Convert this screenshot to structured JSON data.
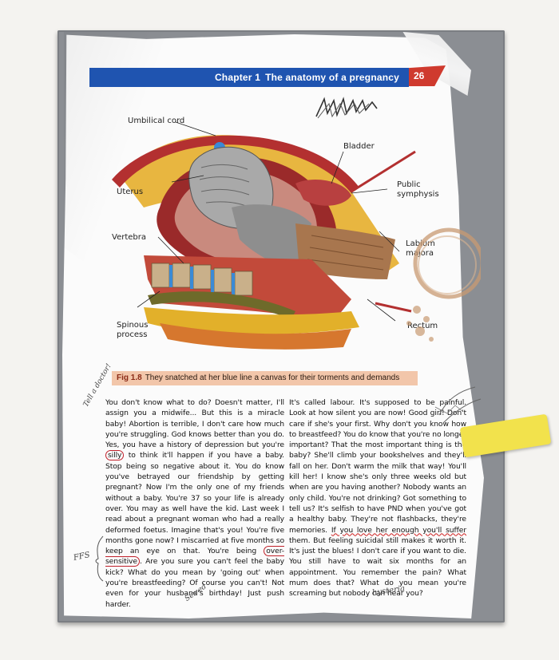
{
  "header": {
    "chapter": "Chapter 1",
    "title": "The anatomy of a pregnancy",
    "page": "26"
  },
  "figure": {
    "labels": {
      "umbilical_cord": "Umbilical cord",
      "bladder": "Bladder",
      "uterus": "Uterus",
      "public_symphysis": "Public symphysis",
      "vertebra": "Vertebra",
      "labium_majora": "Labium majora",
      "spinous_process": "Spinous process",
      "rectum": "Rectum"
    },
    "caption_num": "Fig 1.8",
    "caption_text": "They snatched at her blue line  a canvas for their torments and demands"
  },
  "text": {
    "left_a": "You don't know what to do? Doesn't matter, I'll assign you a midwife... But this is a miracle baby! Abortion is terrible, I don't care how much you're struggling. God knows better than you do. Yes, you have a history of depression but you're ",
    "silly": "silly",
    "left_b": " to think it'll happen if you have a baby. Stop being so negative about it. You do know you've betrayed our friendship by getting pregnant? Now I'm the only one of my friends without a baby. You're 37 so your life is already over. You may as well have the kid. Last week I read about a pregnant woman who had a really deformed foetus. Imagine that's you! You're five months gone now? I miscarried at five months so keep an eye on that. You're being ",
    "oversensitive": "over-sensitive",
    "left_c": ". Are you sure you can't feel the baby kick? What do you mean by 'going out' when you're breastfeeding? Of course you can't! Not even for your husband's birthday! Just push harder.",
    "right_a": "It's called labour. It's supposed to be painful. Look at how silent you are now! Good girl! Don't care if she's your first. Why don't you know how to breastfeed? You do know that you're no longer important? That the most important thing is the baby? She'll climb your bookshelves and they'll fall on her. Don't warm the milk that way! You'll kill her! I know she's only three weeks old but when are you having another? Nobody wants an only child. You're not drinking? Got something to tell us? It's selfish to have PND when you've got a healthy baby. They're not flashbacks, they're memories. ",
    "squiggle": "If you love her enough you'll suffer",
    "right_b": " them. But feeling suicidal still makes it worth it. It's just the blues! I don't care if you want to die. You still have to wait six months for an appointment. You remember the pain? What mum does that? What do you mean you're screaming but nobody can hear you?"
  },
  "annotations": {
    "ffs": "FFS",
    "tell_a_doctor": "Tell a doctor!",
    "hysteria": "hysteria",
    "sex_ed": "Sex ed"
  },
  "colors": {
    "chapter_bar": "#1f54b0",
    "page_tab": "#cf3a2e",
    "caption_bg": "#f2c6aa",
    "sticker": "#f2e24c",
    "canvas_board": "#8b8e93"
  }
}
